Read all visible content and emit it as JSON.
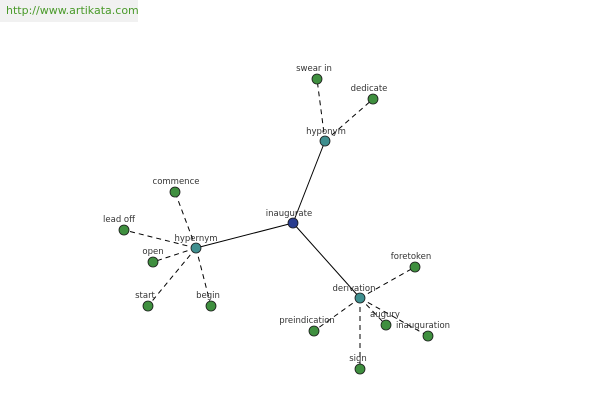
{
  "header": {
    "url": "http://www.artikata.com"
  },
  "graph": {
    "nodes": [
      {
        "id": "inaugurate",
        "label": "inaugurate",
        "kind": "center",
        "color": "#2a3d8f"
      },
      {
        "id": "hyponym",
        "label": "hyponym",
        "kind": "relation",
        "color": "#3f8f8f"
      },
      {
        "id": "hypernym",
        "label": "hypernym",
        "kind": "relation",
        "color": "#3f8f8f"
      },
      {
        "id": "derivation",
        "label": "derivation",
        "kind": "relation",
        "color": "#3f8f8f"
      },
      {
        "id": "swear-in",
        "label": "swear in",
        "kind": "word",
        "color": "#3f8f3f"
      },
      {
        "id": "dedicate",
        "label": "dedicate",
        "kind": "word",
        "color": "#3f8f3f"
      },
      {
        "id": "commence",
        "label": "commence",
        "kind": "word",
        "color": "#3f8f3f"
      },
      {
        "id": "lead-off",
        "label": "lead off",
        "kind": "word",
        "color": "#3f8f3f"
      },
      {
        "id": "open",
        "label": "open",
        "kind": "word",
        "color": "#3f8f3f"
      },
      {
        "id": "start",
        "label": "start",
        "kind": "word",
        "color": "#3f8f3f"
      },
      {
        "id": "begin",
        "label": "begin",
        "kind": "word",
        "color": "#3f8f3f"
      },
      {
        "id": "foretoken",
        "label": "foretoken",
        "kind": "word",
        "color": "#3f8f3f"
      },
      {
        "id": "preindication",
        "label": "preindication",
        "kind": "word",
        "color": "#3f8f3f"
      },
      {
        "id": "augury",
        "label": "augury",
        "kind": "word",
        "color": "#3f8f3f"
      },
      {
        "id": "inauguration",
        "label": "inauguration",
        "kind": "word",
        "color": "#3f8f3f"
      },
      {
        "id": "sign",
        "label": "sign",
        "kind": "word",
        "color": "#3f8f3f"
      }
    ],
    "edges": [
      {
        "from": "inaugurate",
        "to": "hyponym",
        "style": "solid"
      },
      {
        "from": "inaugurate",
        "to": "hypernym",
        "style": "solid"
      },
      {
        "from": "inaugurate",
        "to": "derivation",
        "style": "solid"
      },
      {
        "from": "hyponym",
        "to": "swear-in",
        "style": "dashed"
      },
      {
        "from": "hyponym",
        "to": "dedicate",
        "style": "dashed"
      },
      {
        "from": "hypernym",
        "to": "commence",
        "style": "dashed"
      },
      {
        "from": "hypernym",
        "to": "lead-off",
        "style": "dashed"
      },
      {
        "from": "hypernym",
        "to": "open",
        "style": "dashed"
      },
      {
        "from": "hypernym",
        "to": "start",
        "style": "dashed"
      },
      {
        "from": "hypernym",
        "to": "begin",
        "style": "dashed"
      },
      {
        "from": "derivation",
        "to": "foretoken",
        "style": "dashed"
      },
      {
        "from": "derivation",
        "to": "preindication",
        "style": "dashed"
      },
      {
        "from": "derivation",
        "to": "augury",
        "style": "dashed"
      },
      {
        "from": "derivation",
        "to": "inauguration",
        "style": "dashed"
      },
      {
        "from": "derivation",
        "to": "sign",
        "style": "dashed"
      }
    ]
  }
}
